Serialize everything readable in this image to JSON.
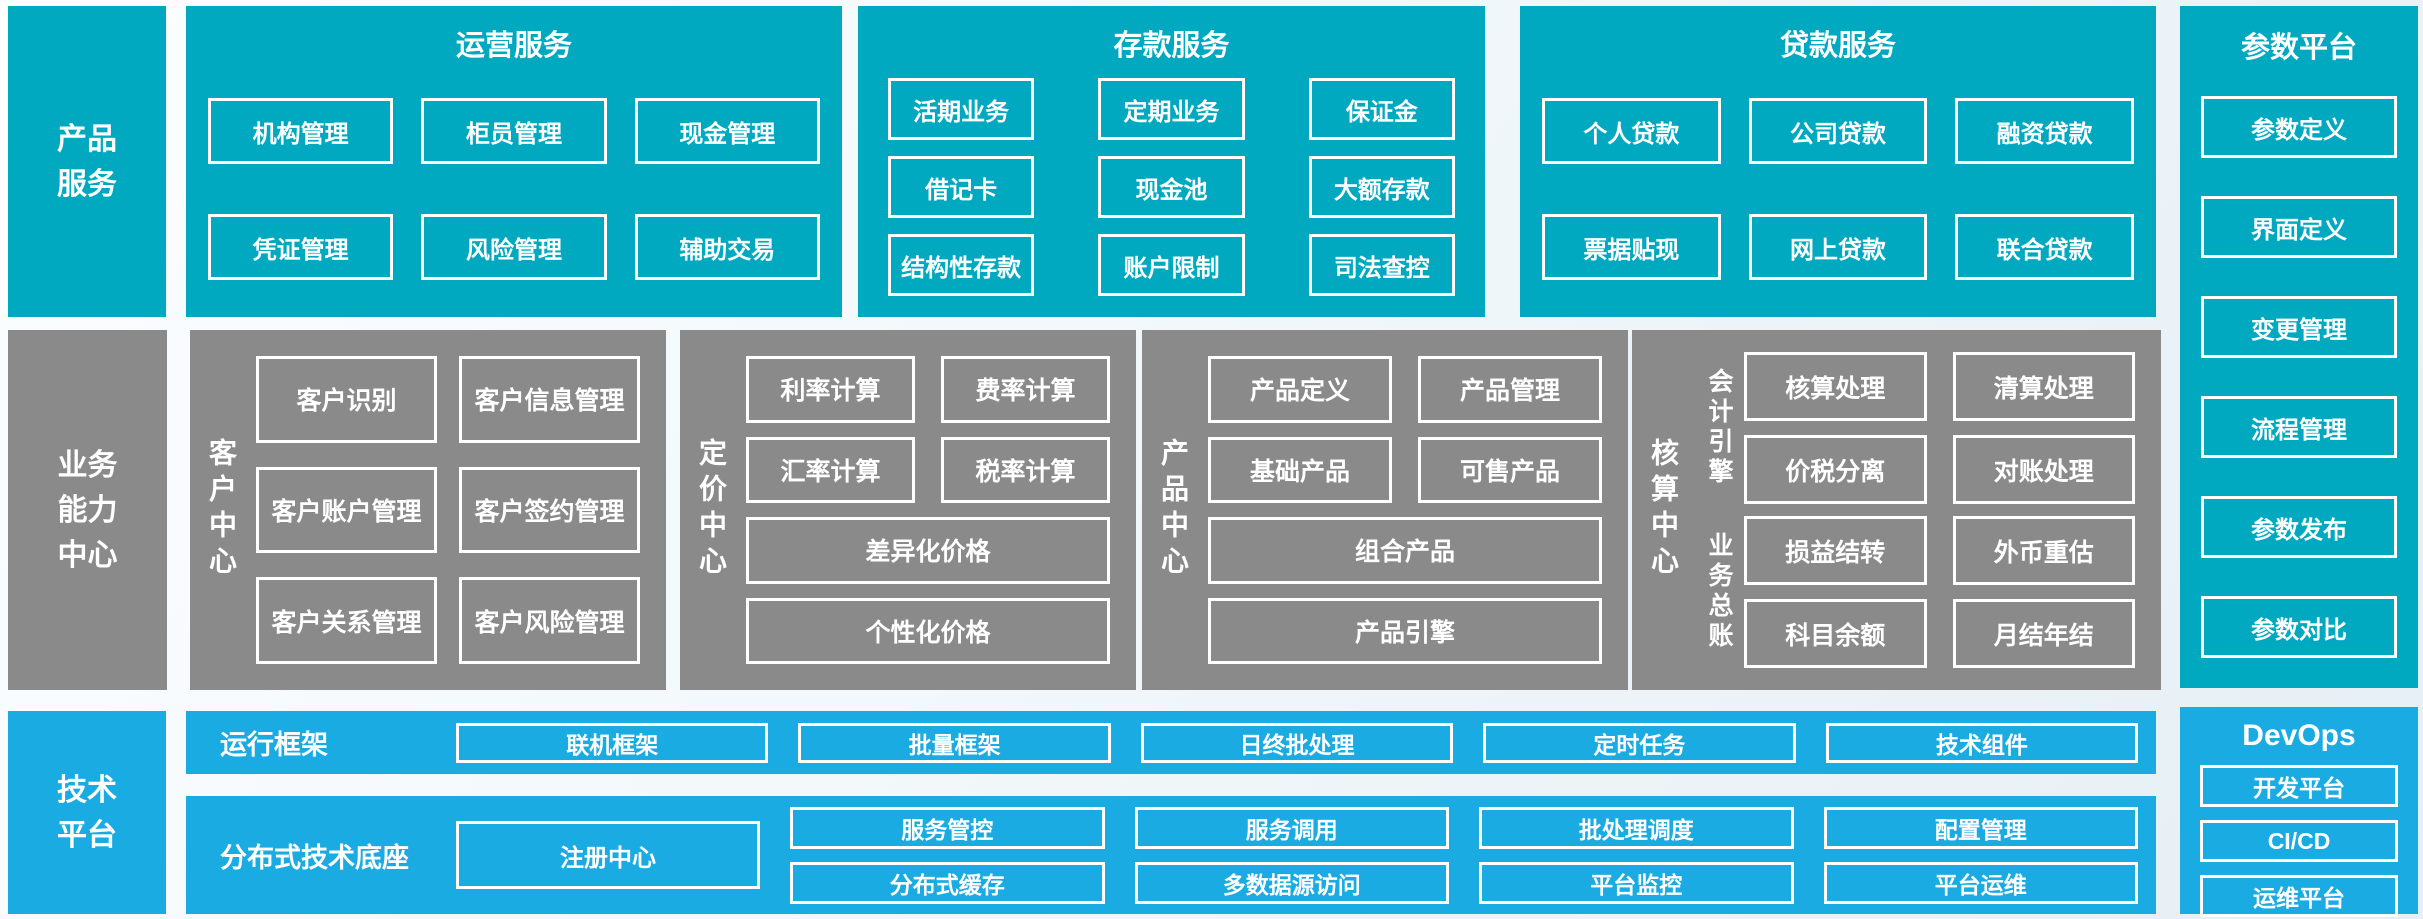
{
  "colors": {
    "teal": "#00a9c0",
    "gray": "#8a8a8a",
    "blue": "#1aabe3",
    "box_border": "#ffffff",
    "text": "#ffffff"
  },
  "left_labels": {
    "product": "产品\n服务",
    "business": "业务\n能力\n中心",
    "tech": "技术\n平台"
  },
  "operations": {
    "title": "运营服务",
    "items": [
      "机构管理",
      "柜员管理",
      "现金管理",
      "凭证管理",
      "风险管理",
      "辅助交易"
    ]
  },
  "deposit": {
    "title": "存款服务",
    "items": [
      "活期业务",
      "定期业务",
      "保证金",
      "借记卡",
      "现金池",
      "大额存款",
      "结构性存款",
      "账户限制",
      "司法查控"
    ]
  },
  "loan": {
    "title": "贷款服务",
    "items": [
      "个人贷款",
      "公司贷款",
      "融资贷款",
      "票据贴现",
      "网上贷款",
      "联合贷款"
    ]
  },
  "param_platform": {
    "title": "参数平台",
    "items": [
      "参数定义",
      "界面定义",
      "变更管理",
      "流程管理",
      "参数发布",
      "参数对比"
    ]
  },
  "customer_center": {
    "title": "客户中心",
    "items": [
      "客户识别",
      "客户信息管理",
      "客户账户管理",
      "客户签约管理",
      "客户关系管理",
      "客户风险管理"
    ]
  },
  "pricing_center": {
    "title": "定价中心",
    "pair_items": [
      "利率计算",
      "费率计算",
      "汇率计算",
      "税率计算"
    ],
    "wide_items": [
      "差异化价格",
      "个性化价格"
    ]
  },
  "product_center": {
    "title": "产品中心",
    "pair_items": [
      "产品定义",
      "产品管理",
      "基础产品",
      "可售产品"
    ],
    "wide_items": [
      "组合产品",
      "产品引擎"
    ]
  },
  "accounting_center": {
    "title": "核算中心",
    "groups": [
      {
        "label": "会计引擎",
        "items": [
          "核算处理",
          "清算处理",
          "价税分离",
          "对账处理"
        ]
      },
      {
        "label": "业务总账",
        "items": [
          "损益结转",
          "外币重估",
          "科目余额",
          "月结年结"
        ]
      }
    ]
  },
  "runtime_framework": {
    "title": "运行框架",
    "items": [
      "联机框架",
      "批量框架",
      "日终批处理",
      "定时任务",
      "技术组件"
    ]
  },
  "distributed_base": {
    "title": "分布式技术底座",
    "registry": "注册中心",
    "row1": [
      "服务管控",
      "服务调用",
      "批处理调度",
      "配置管理"
    ],
    "row2": [
      "分布式缓存",
      "多数据源访问",
      "平台监控",
      "平台运维"
    ]
  },
  "devops": {
    "title": "DevOps",
    "items": [
      "开发平台",
      "CI/CD",
      "运维平台"
    ]
  }
}
